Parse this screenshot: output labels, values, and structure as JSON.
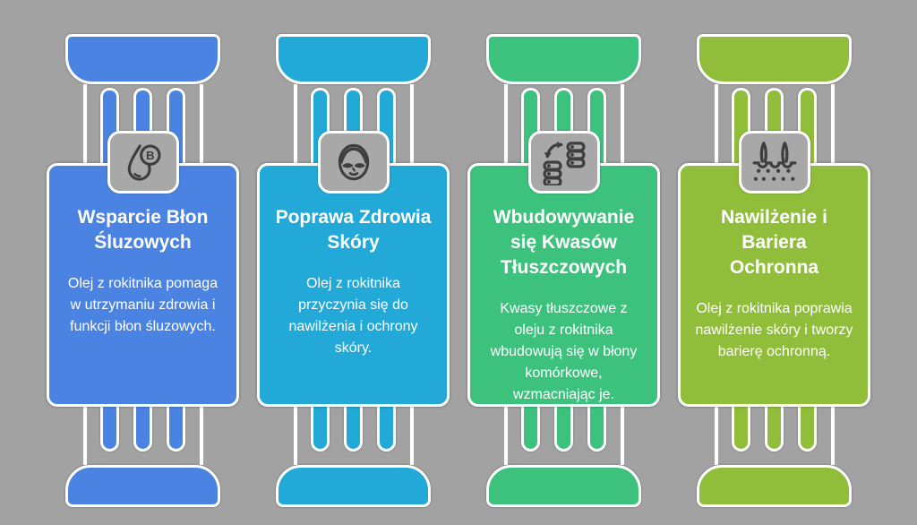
{
  "background_color": "#a2a2a2",
  "text_color": "#ffffff",
  "icon_stroke_color": "#3e3e3e",
  "columns": [
    {
      "color": "#4b83e3",
      "icon": "vitamin-b-droplet-icon",
      "title": "Wsparcie Błon Śluzowych",
      "description": "Olej z rokitnika pomaga w utrzymaniu zdrowia i funkcji błon śluzowych."
    },
    {
      "color": "#23a9d8",
      "icon": "face-skin-icon",
      "title": "Poprawa Zdrowia Skóry",
      "description": "Olej z rokitnika przyczynia się do nawilżenia i ochrony skóry."
    },
    {
      "color": "#3dc27e",
      "icon": "fatty-acids-exchange-icon",
      "title": "Wbudowywanie się Kwasów Tłuszczowych",
      "description": "Kwasy tłuszczowe z oleju z rokitnika wbudowują się w błony komórkowe, wzmacniając je."
    },
    {
      "color": "#90be3a",
      "icon": "skin-barrier-icon",
      "title": "Nawilżenie i Bariera Ochronna",
      "description": "Olej z rokitnika poprawia nawilżenie skóry i tworzy barierę ochronną."
    }
  ]
}
